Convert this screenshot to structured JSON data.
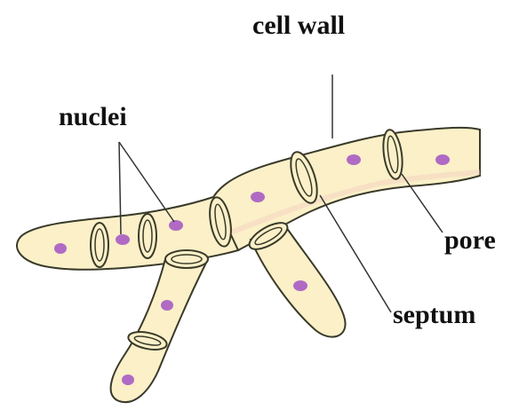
{
  "labels": {
    "cell_wall": "cell wall",
    "nuclei": "nuclei",
    "pore": "pore",
    "septum": "septum"
  },
  "colors": {
    "cell_fill": "#fbf0c8",
    "cell_outline": "#3a3a2a",
    "nucleus": "#b06ac4",
    "cytoplasm_shade": "#f3cfc0",
    "leader_line": "#333333",
    "label_text": "#111111"
  }
}
